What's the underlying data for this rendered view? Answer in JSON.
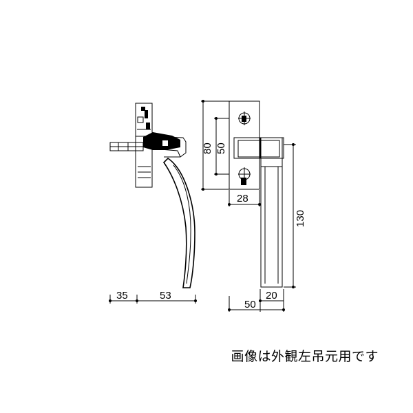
{
  "dimensions": {
    "side_left_35": "35",
    "side_right_53": "53",
    "front_height_80": "80",
    "front_height_50": "50",
    "front_width_28": "28",
    "front_length_130": "130",
    "front_bottom_50": "50",
    "front_bottom_20": "20"
  },
  "caption": "画像は外観左吊元用です",
  "colors": {
    "line": "#000000",
    "background": "#ffffff"
  }
}
